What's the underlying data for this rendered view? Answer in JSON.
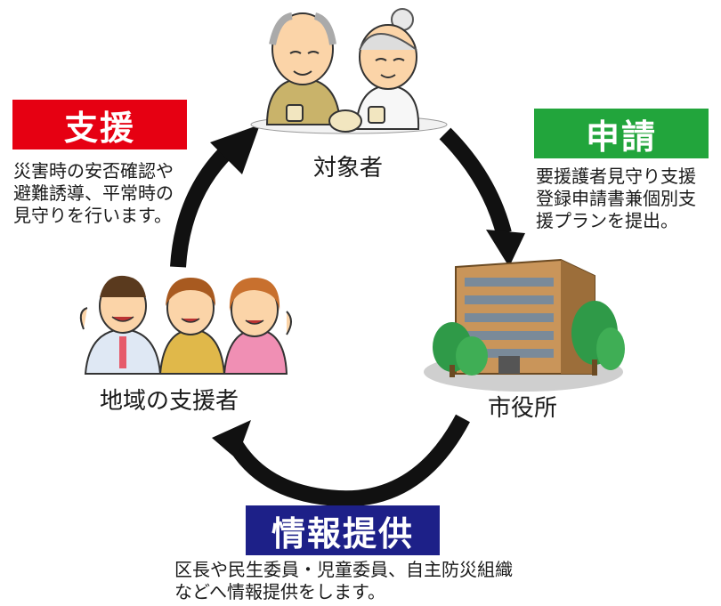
{
  "support": {
    "title": "支援",
    "description": "災害時の安否確認や\n避難誘導、平常時の\n見守りを行います。",
    "color": "#e60012"
  },
  "application": {
    "title": "申請",
    "description": "要援護者見守り支援\n登録申請書兼個別支\n援プランを提出。",
    "color": "#22a53c"
  },
  "info_provision": {
    "title": "情報提供",
    "description": "区長や民生委員・児童委員、自主防災組織\nなどへ情報提供をします。",
    "color": "#1d2088"
  },
  "nodes": {
    "target": "対象者",
    "city_office": "市役所",
    "local_supporters": "地域の支援者"
  }
}
